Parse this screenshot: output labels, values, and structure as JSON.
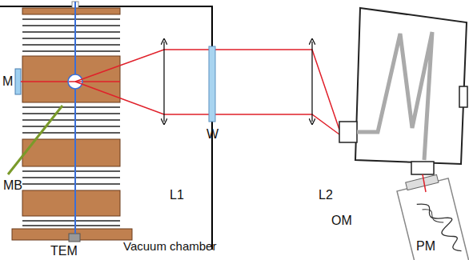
{
  "diagram": {
    "labels": [
      "M",
      "MB",
      "TEM",
      "L1",
      "W",
      "L2",
      "OM",
      "PM",
      "Vacuum chamber"
    ]
  }
}
